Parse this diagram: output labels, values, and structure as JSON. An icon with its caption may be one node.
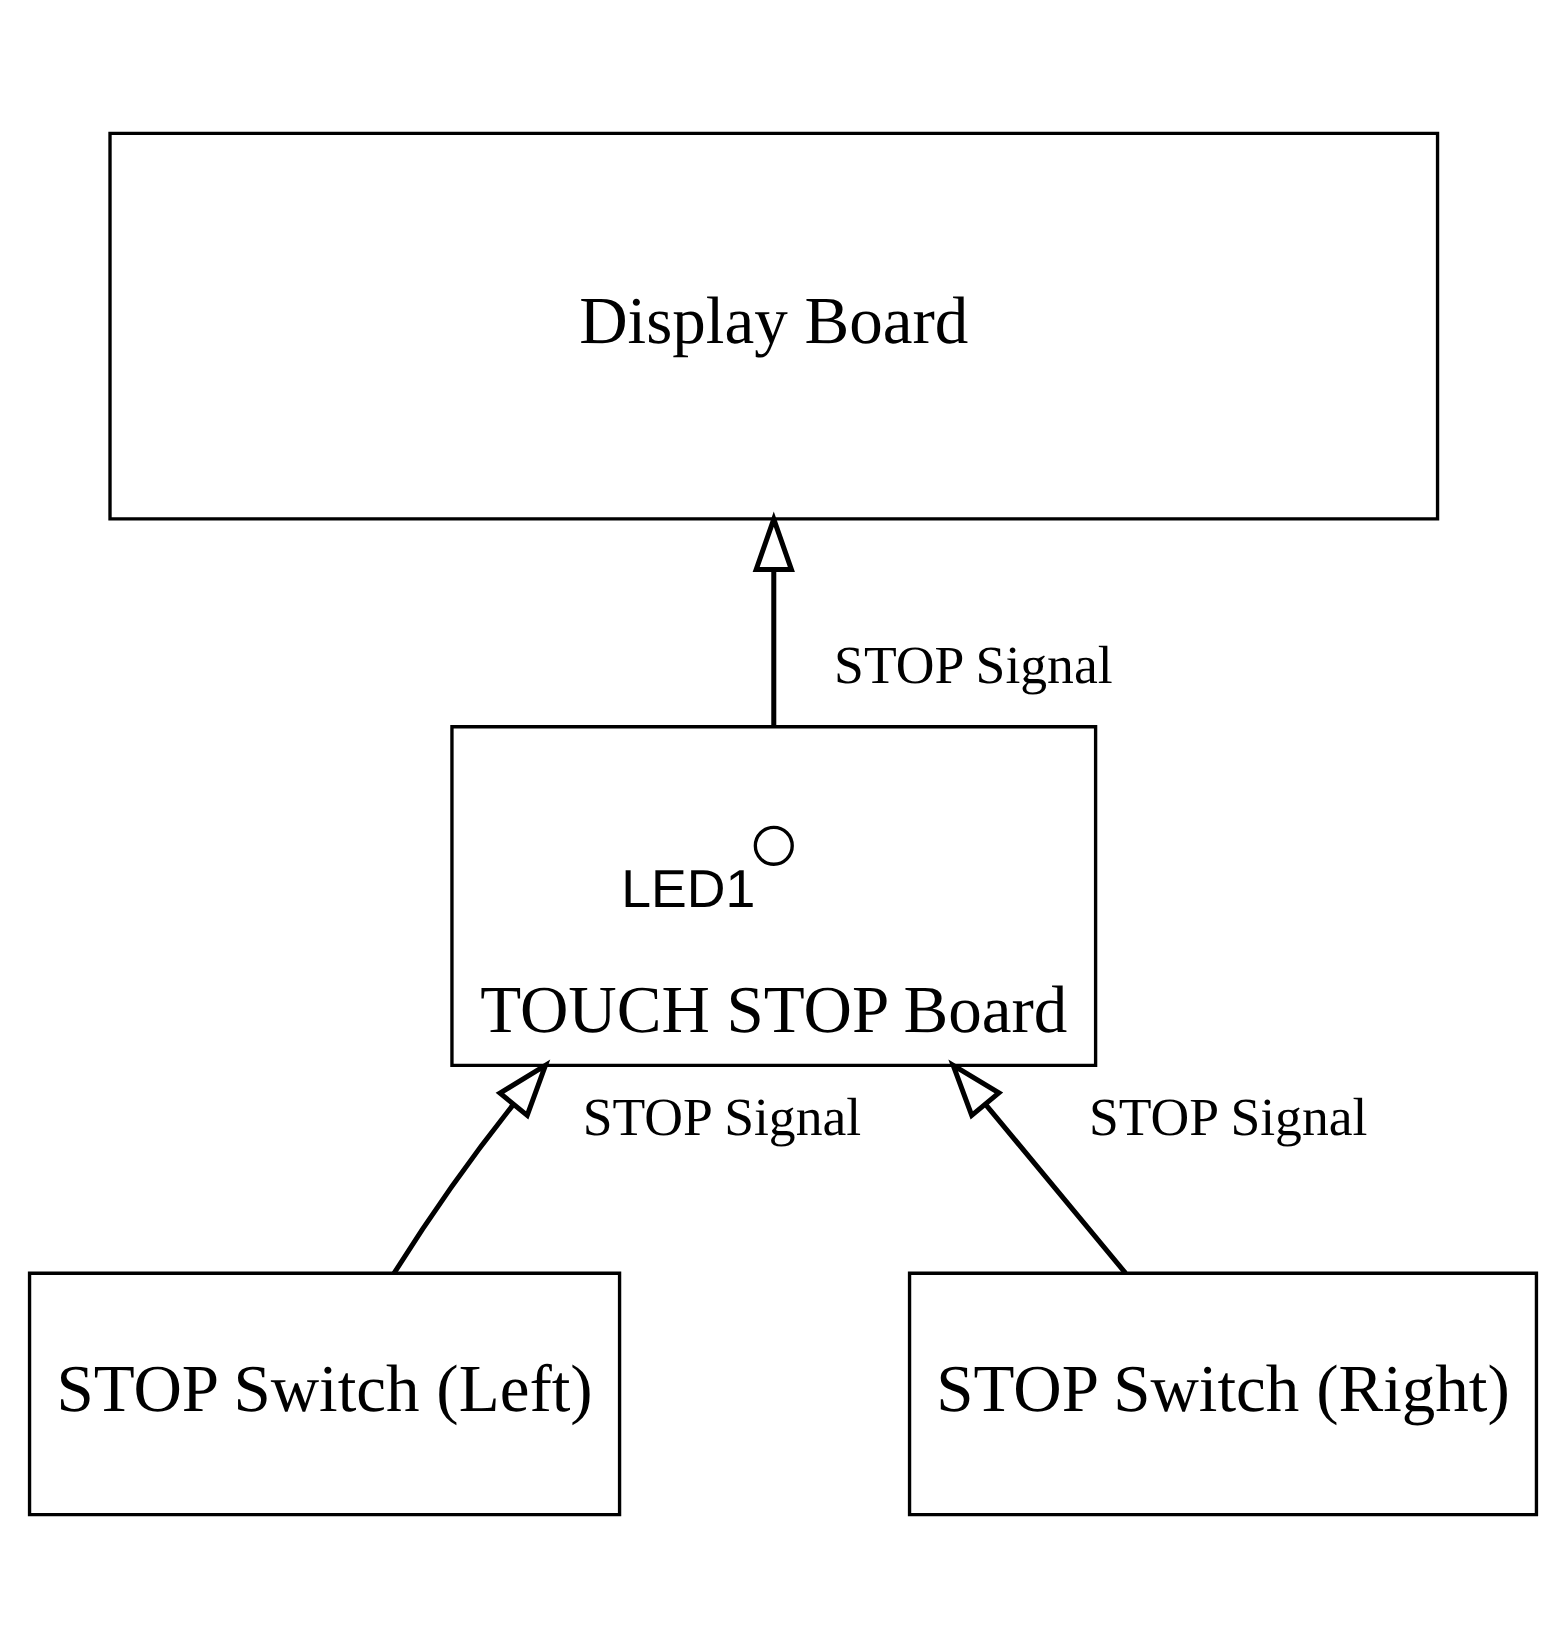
{
  "diagram": {
    "nodes": [
      {
        "text": [
          "Display Board"
        ]
      },
      {
        "text": [
          "TOUCH STOP Board"
        ]
      },
      {
        "text": [],
        "shape": "circle",
        "in": 1,
        "beside": [
          "LED1"
        ]
      },
      {
        "text": [
          "STOP Switch (Left)"
        ]
      },
      {
        "text": [
          "STOP Switch (Right)"
        ]
      }
    ],
    "edges": [
      {
        "from": 1,
        "to": 0,
        "arrow": "to",
        "label": "STOP Signal"
      },
      {
        "from": 3,
        "to": 1,
        "arrow": "to",
        "label": "STOP Signal"
      },
      {
        "from": 4,
        "to": 1,
        "arrow": "to",
        "label": "STOP Signal"
      }
    ]
  }
}
